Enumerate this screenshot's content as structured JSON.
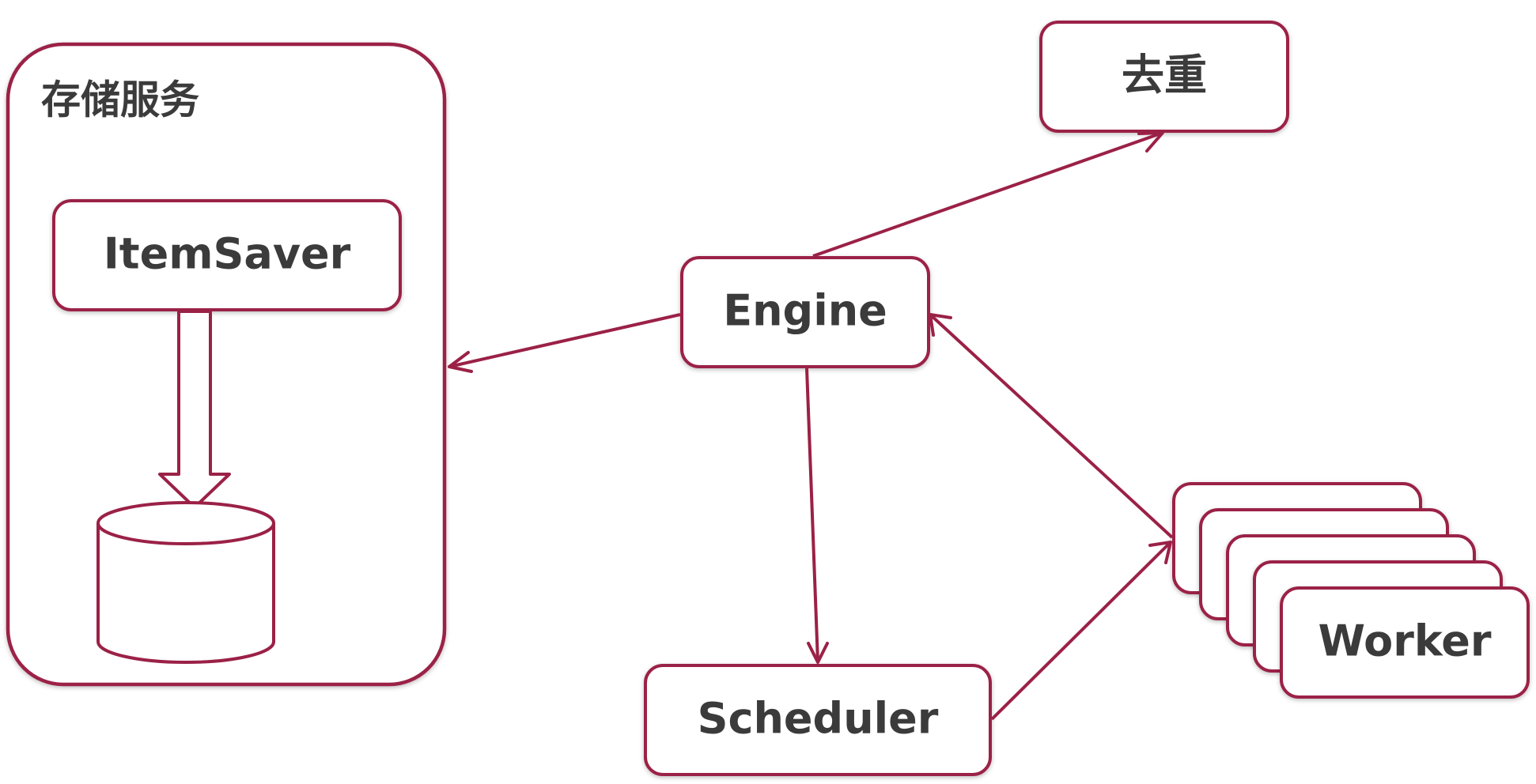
{
  "nodes": {
    "storage": {
      "title": "存储服务"
    },
    "item_saver": {
      "label": "ItemSaver"
    },
    "dedup": {
      "label": "去重"
    },
    "engine": {
      "label": "Engine"
    },
    "scheduler": {
      "label": "Scheduler"
    },
    "worker": {
      "label": "Worker"
    }
  },
  "colors": {
    "stroke": "#9b2146",
    "text": "#3b3b3b",
    "background": "#ffffff"
  }
}
